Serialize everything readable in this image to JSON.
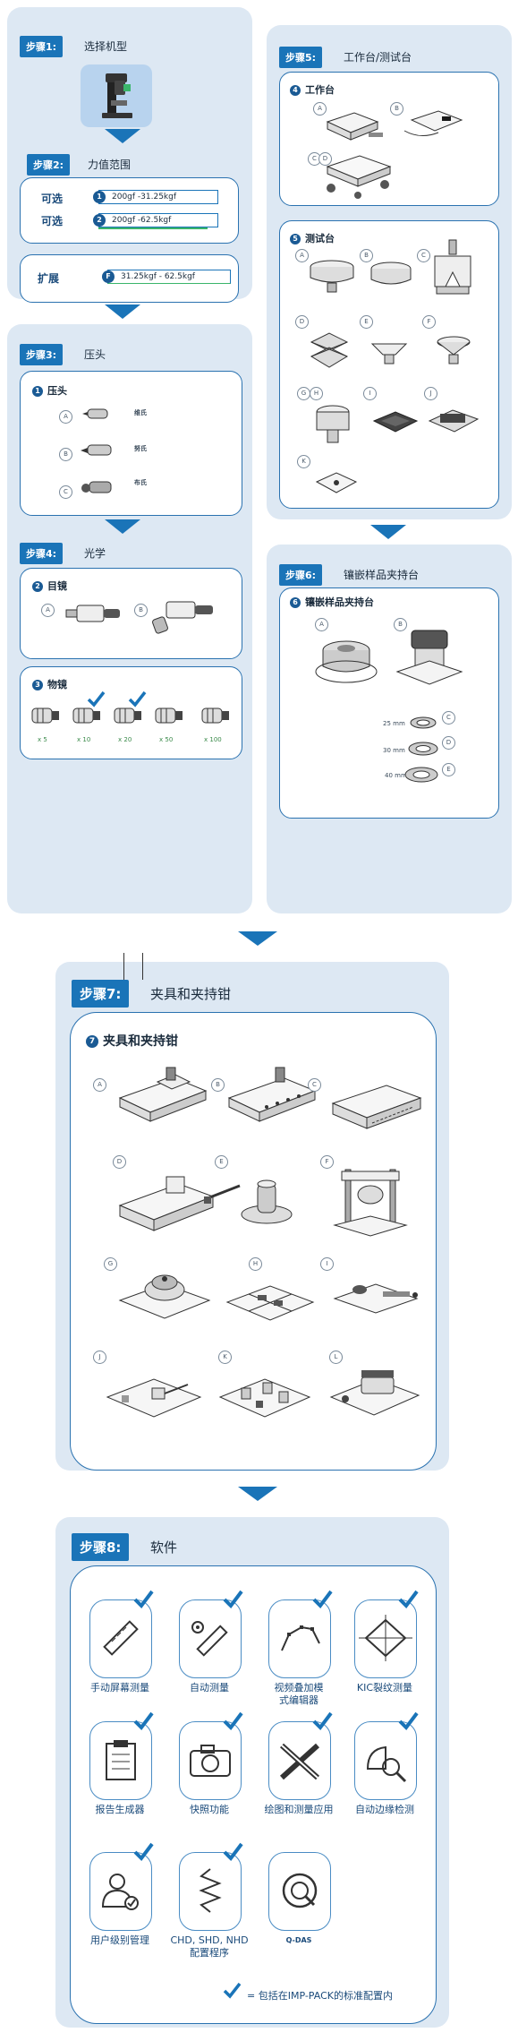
{
  "step1": {
    "label": "步骤1:",
    "title": "选择机型"
  },
  "step2": {
    "label": "步骤2:",
    "title": "力值范围",
    "rows": [
      {
        "choice": "可选",
        "num": "1",
        "range": "200gf -31.25kgf"
      },
      {
        "choice": "可选",
        "num": "2",
        "range": "200gf -62.5kgf"
      }
    ],
    "extension": {
      "choice": "扩展",
      "num": "F",
      "range": "31.25kgf - 62.5kgf"
    }
  },
  "step3": {
    "label": "步骤3:",
    "title": "压头",
    "card_num": "1",
    "card_title": "压头",
    "items": [
      {
        "letter": "A",
        "name": "维氏"
      },
      {
        "letter": "B",
        "name": "努氏"
      },
      {
        "letter": "C",
        "name": "布氏"
      }
    ]
  },
  "step4": {
    "label": "步骤4:",
    "title": "光学",
    "eyepiece": {
      "num": "2",
      "title": "目镜",
      "letters": [
        "A",
        "B"
      ]
    },
    "objective": {
      "num": "3",
      "title": "物镜",
      "mags": [
        "x 5",
        "x 10",
        "x 20",
        "x 50",
        "x 100"
      ]
    }
  },
  "step5": {
    "label": "步骤5:",
    "title": "工作台/测试台",
    "workbench": {
      "num": "4",
      "title": "工作台",
      "letters": [
        "A",
        "B",
        "C",
        "D"
      ]
    },
    "testbench": {
      "num": "5",
      "title": "测试台",
      "letters": [
        "A",
        "B",
        "C",
        "D",
        "E",
        "F",
        "G",
        "H",
        "I",
        "J",
        "K"
      ]
    }
  },
  "step6": {
    "label": "步骤6:",
    "title": "镶嵌样品夹持台",
    "card_num": "6",
    "card_title": "镶嵌样品夹持台",
    "letters": [
      "A",
      "B",
      "C",
      "D",
      "E"
    ],
    "sizes": [
      "25 mm",
      "30 mm",
      "40 mm"
    ]
  },
  "step7": {
    "label": "步骤7:",
    "title": "夹具和夹持钳",
    "card_num": "7",
    "card_title": "夹具和夹持钳",
    "letters": [
      "A",
      "B",
      "C",
      "D",
      "E",
      "F",
      "G",
      "H",
      "I",
      "J",
      "K",
      "L"
    ]
  },
  "step8": {
    "label": "步骤8:",
    "title": "软件",
    "tiles": [
      {
        "label": "手动屏幕测量",
        "icon": "ruler-icon",
        "checked": true
      },
      {
        "label": "自动测量",
        "icon": "auto-ruler-icon",
        "checked": true
      },
      {
        "label": "视频叠加模\n式编辑器",
        "icon": "curve-edit-icon",
        "checked": true
      },
      {
        "label": "KIC裂纹测量",
        "icon": "crack-diamond-icon",
        "checked": true
      },
      {
        "label": "报告生成器",
        "icon": "clipboard-icon",
        "checked": true
      },
      {
        "label": "快照功能",
        "icon": "camera-icon",
        "checked": true
      },
      {
        "label": "绘图和测量应用",
        "icon": "pencil-ruler-icon",
        "checked": true
      },
      {
        "label": "自动边缘检测",
        "icon": "edge-detect-icon",
        "checked": true
      },
      {
        "label": "用户级别管理",
        "icon": "user-icon",
        "checked": true
      },
      {
        "label": "CHD, SHD, NHD\n配置程序",
        "icon": "spring-icon",
        "checked": true
      },
      {
        "label": "Q-DAS",
        "icon": "qdas-icon",
        "checked": false
      }
    ],
    "legend": "= 包括在IMP-PACK的标准配置内"
  },
  "colors": {
    "accent": "#1a74b8",
    "panel": "#dde8f3",
    "border": "#2a72b0"
  }
}
